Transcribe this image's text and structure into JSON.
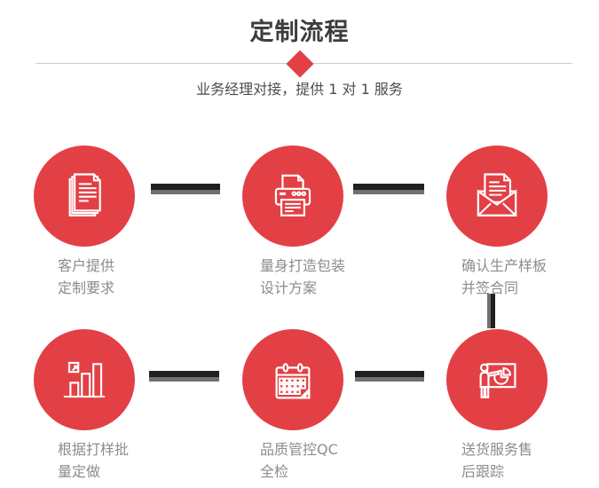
{
  "colors": {
    "accent": "#e34045",
    "title": "#3d3d3d",
    "subtitle": "#4c4c4c",
    "label": "#8c8c8c",
    "divider": "#cccccc",
    "bar-dark": "#202020",
    "bar-gray": "#707070"
  },
  "header": {
    "title": "定制流程",
    "subtitle": "业务经理对接，提供 1 对 1 服务",
    "diamond_icon": "diamond-icon"
  },
  "steps": [
    {
      "icon": "documents-icon",
      "label": "客户提供\n定制要求"
    },
    {
      "icon": "printer-icon",
      "label": "量身打造包装\n设计方案"
    },
    {
      "icon": "envelope-icon",
      "label": "确认生产样板\n并签合同"
    },
    {
      "icon": "bar-chart-icon",
      "label": "根据打样批\n量定做"
    },
    {
      "icon": "calendar-icon",
      "label": "品质管控QC\n全检"
    },
    {
      "icon": "presentation-icon",
      "label": "送货服务售\n后跟踪"
    }
  ]
}
